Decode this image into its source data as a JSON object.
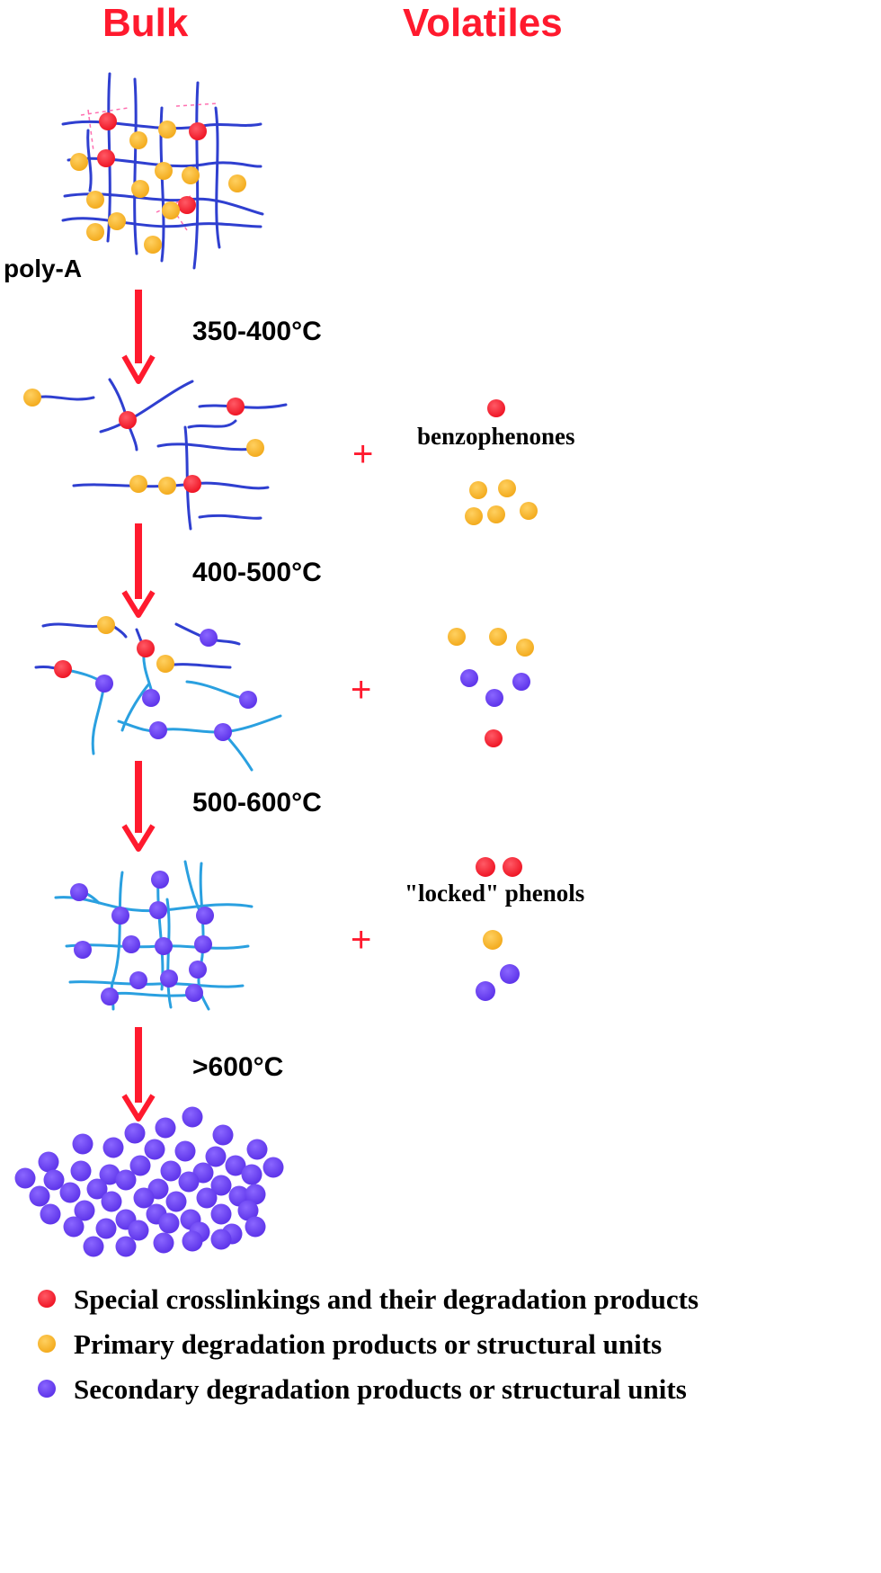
{
  "headers": {
    "bulk": "Bulk",
    "volatiles": "Volatiles"
  },
  "labels": {
    "polymer": "poly-A",
    "benzophenones": "benzophenones",
    "locked_phenols": "\"locked\" phenols",
    "plus": "+"
  },
  "stages": [
    {
      "temp": "350-400°C"
    },
    {
      "temp": "400-500°C"
    },
    {
      "temp": "500-600°C"
    },
    {
      "temp": ">600°C"
    }
  ],
  "legend": [
    {
      "color": "#ff1a2e",
      "text": "Special crosslinkings and their degradation products"
    },
    {
      "color": "#f7b322",
      "text": "Primary degradation products or structural units"
    },
    {
      "color": "#6b3ff0",
      "text": "Secondary degradation products or structural units"
    }
  ],
  "colors": {
    "red": "#ff1a2e",
    "orange": "#f7b322",
    "purple": "#6b3ff0",
    "chain_dark": "#2f3fd0",
    "chain_light": "#2aa0e0",
    "arrow": "#ff1a2e"
  }
}
